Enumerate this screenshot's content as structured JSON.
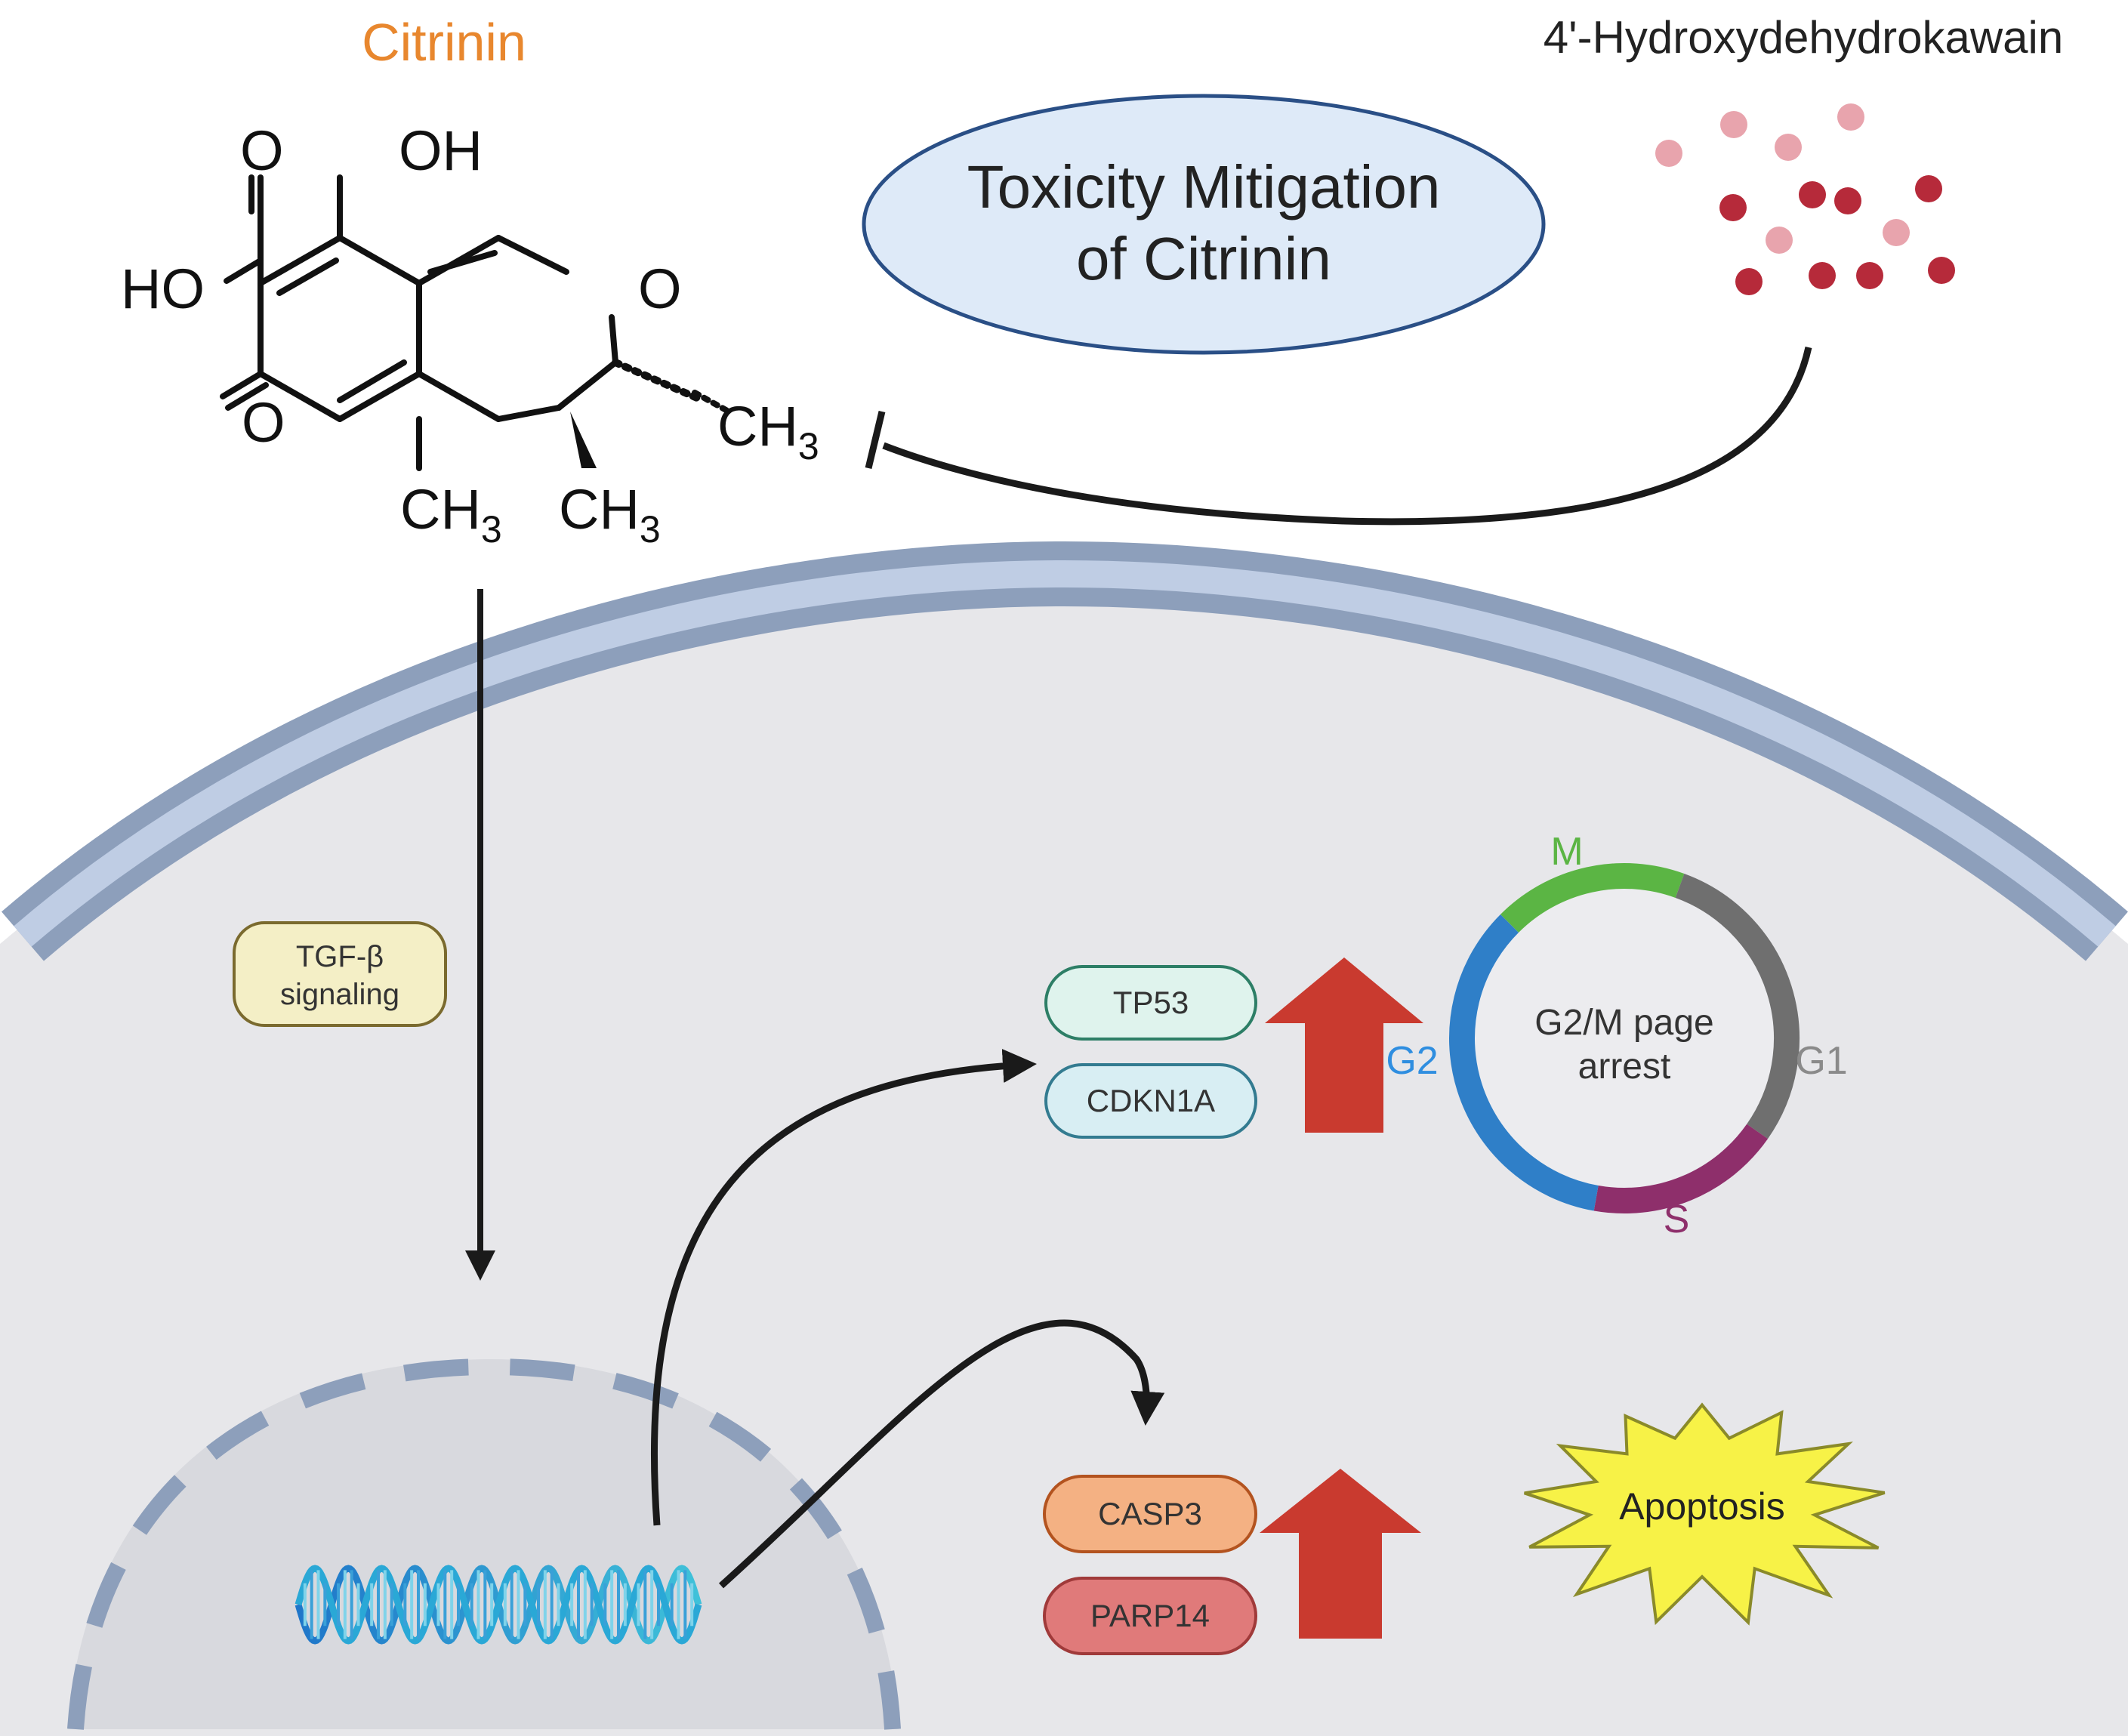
{
  "compounds": {
    "citrinin": "Citrinin",
    "mitigator": "4'-Hydroxydehydrokawain"
  },
  "structure": {
    "O_carbonyl": "O",
    "OH_top": "OH",
    "HO": "HO",
    "O_ring": "O",
    "O_keto": "O",
    "CH_a": "CH",
    "CH_b": "CH",
    "CH_c": "CH",
    "sub3": "3"
  },
  "mitigation": {
    "line1": "Toxicity Mitigation",
    "line2": "of Citrinin"
  },
  "signaling": {
    "line1": "TGF-β",
    "line2": "signaling"
  },
  "genes": {
    "tp53": "TP53",
    "cdkn1a": "CDKN1A",
    "casp3": "CASP3",
    "parp14": "PARP14"
  },
  "cell_cycle": {
    "center_line1": "G2/M page",
    "center_line2": "arrest",
    "m": "M",
    "g1": "G1",
    "g2": "G2",
    "s": "S"
  },
  "outcome": {
    "apoptosis": "Apoptosis"
  },
  "colors": {
    "citrinin_label": "#e8872e",
    "up_arrow": "#c93a2f",
    "phase_m": "#5bb544",
    "phase_g1": "#6f6f6f",
    "phase_s": "#8e2f6b",
    "phase_g2": "#2f7fc8"
  }
}
